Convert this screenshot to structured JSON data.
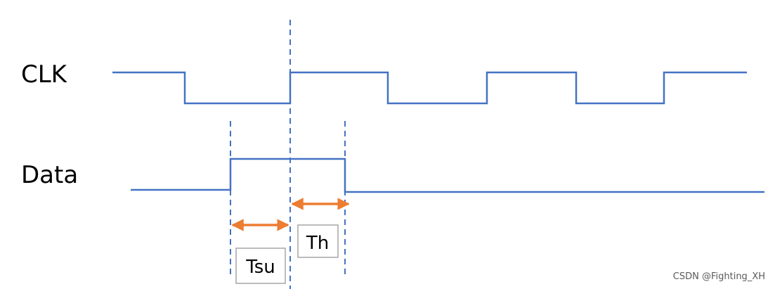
{
  "labels": {
    "clk": "CLK",
    "data": "Data",
    "tsu": "Tsu",
    "th": "Th"
  },
  "watermark": "CSDN @Fighting_XH",
  "colors": {
    "signal": "#4472C4",
    "arrow": "#ED7D31",
    "box_border": "#A6A6A6"
  }
}
